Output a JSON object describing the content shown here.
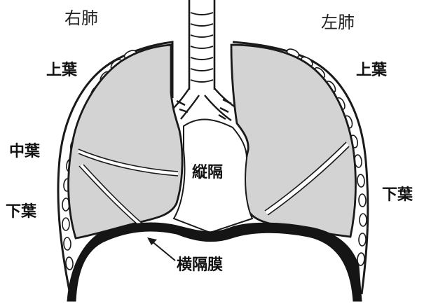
{
  "labels": {
    "right_lung": "右肺",
    "left_lung": "左肺",
    "right_upper_lobe": "上葉",
    "right_middle_lobe": "中葉",
    "right_lower_lobe": "下葉",
    "left_upper_lobe": "上葉",
    "left_lower_lobe": "下葉",
    "mediastinum": "縦隔",
    "diaphragm": "横隔膜"
  },
  "colors": {
    "lung_fill": "#d3d3d3",
    "outline": "#1a1a1a",
    "diaphragm_band": "#151515",
    "background": "#ffffff"
  }
}
